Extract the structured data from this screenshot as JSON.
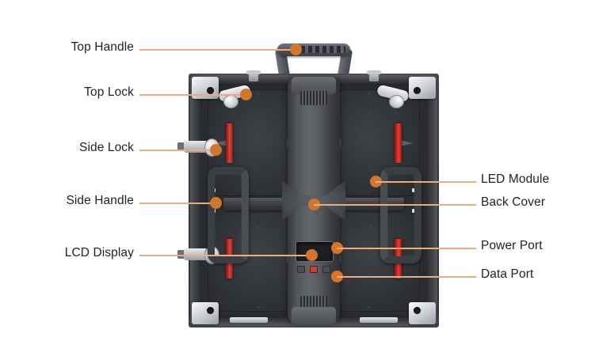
{
  "diagram": {
    "title": "LED Display Cabinet Rear View Component Callout",
    "accent_line_color": "#eeab7e",
    "accent_dot_color": "#d4752c",
    "label_text_color": "#231f20",
    "background_color": "#ffffff"
  },
  "callouts": {
    "left": [
      {
        "id": "top-handle",
        "label": "Top Handle"
      },
      {
        "id": "top-lock",
        "label": "Top Lock"
      },
      {
        "id": "side-lock",
        "label": "Side Lock"
      },
      {
        "id": "side-handle",
        "label": "Side Handle"
      },
      {
        "id": "lcd-display",
        "label": "LCD Display"
      }
    ],
    "right": [
      {
        "id": "led-module",
        "label": "LED Module"
      },
      {
        "id": "back-cover",
        "label": "Back Cover"
      },
      {
        "id": "power-port",
        "label": "Power Port"
      },
      {
        "id": "data-port",
        "label": "Data Port"
      }
    ]
  },
  "cabinet": {
    "name": "LED cabinet rear panel",
    "modules": [
      "upper-left",
      "upper-right",
      "lower-left",
      "lower-right"
    ],
    "indicator_leds": [
      {
        "name": "status-led-1",
        "state": "off"
      },
      {
        "name": "status-led-2",
        "state": "on"
      },
      {
        "name": "status-led-3",
        "state": "off"
      }
    ]
  }
}
